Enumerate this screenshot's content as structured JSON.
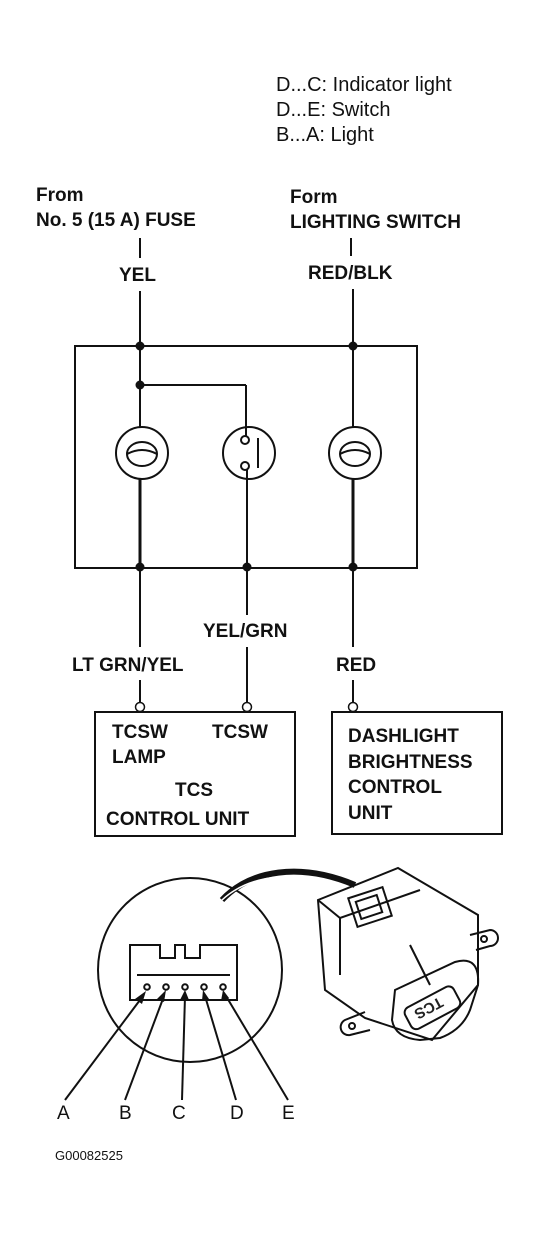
{
  "legend": [
    "D...C: Indicator light",
    "D...E: Switch",
    "B...A: Light"
  ],
  "feeds": {
    "left": {
      "line1": "From",
      "line2": "No. 5 (15 A) FUSE",
      "wire": "YEL"
    },
    "right": {
      "line1": "Form",
      "line2": "LIGHTING SWITCH",
      "wire": "RED/BLK"
    }
  },
  "wires": {
    "yel_grn": "YEL/GRN",
    "lt_grn_yel": "LT GRN/YEL",
    "red": "RED"
  },
  "tcs_unit": {
    "tcsw_lamp_1": "TCSW",
    "tcsw_lamp_2": "LAMP",
    "tcsw": "TCSW",
    "name_1": "TCS",
    "name_2": "CONTROL UNIT"
  },
  "dash_unit": {
    "line1": "DASHLIGHT",
    "line2": "BRIGHTNESS",
    "line3": "CONTROL",
    "line4": "UNIT"
  },
  "switch_face_text": "TCS",
  "pins": [
    "A",
    "B",
    "C",
    "D",
    "E"
  ],
  "figure_code": "G00082525"
}
